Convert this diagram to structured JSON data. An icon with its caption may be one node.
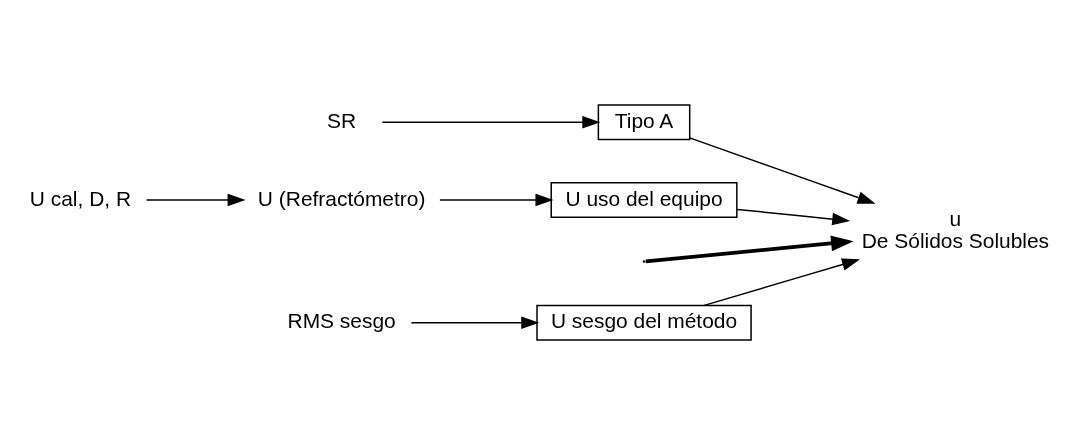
{
  "diagram": {
    "nodes": [
      {
        "text": [
          "U sesgo del método"
        ]
      },
      {
        "text": [
          "Tipo A"
        ]
      },
      {
        "text": [
          "SR"
        ]
      },
      {
        "text": [
          "RMS sesgo"
        ]
      },
      {
        "text": [
          "u",
          "De Sólidos Solubles"
        ]
      },
      {
        "text": [
          "U cal, D, R"
        ]
      },
      {
        "text": [
          "U (Refractómetro)"
        ]
      },
      {
        "text": [
          "U uso del equipo"
        ]
      }
    ],
    "edges": [
      {
        "from": null,
        "to": 4,
        "arrow": "to",
        "style": "thick"
      },
      {
        "from": 0,
        "to": 4,
        "arrow": "to"
      },
      {
        "from": 1,
        "to": 4,
        "arrow": "to"
      },
      {
        "from": 3,
        "to": 0,
        "arrow": "to"
      },
      {
        "from": 2,
        "to": 1,
        "arrow": "to"
      },
      {
        "from": 7,
        "to": 4,
        "arrow": "to"
      },
      {
        "from": 6,
        "to": 7,
        "arrow": "to"
      },
      {
        "from": 5,
        "to": 6,
        "arrow": "to"
      }
    ]
  }
}
